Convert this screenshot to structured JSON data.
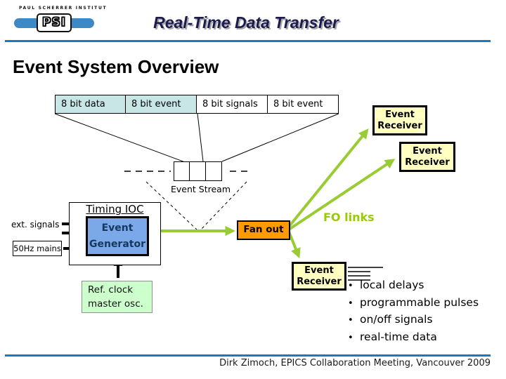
{
  "logo": {
    "institute": "PAUL SCHERRER INSTITUT",
    "acronym": "PSI"
  },
  "header": {
    "title": "Real-Time Data Transfer"
  },
  "slide_title": "Event System Overview",
  "frame": {
    "cells": [
      {
        "label": "8 bit data",
        "highlighted": true
      },
      {
        "label": "8 bit event",
        "highlighted": true
      },
      {
        "label": "8 bit signals",
        "highlighted": false
      },
      {
        "label": "8 bit event",
        "highlighted": false
      }
    ]
  },
  "event_stream": {
    "label": "Event Stream"
  },
  "timing_ioc": {
    "label": "Timing IOC",
    "event_generator": {
      "line1": "Event",
      "line2": "Generator"
    }
  },
  "inputs": {
    "ext_signals": "ext. signals",
    "mains": "50Hz mains"
  },
  "ref_clock": {
    "line1": "Ref. clock",
    "line2": "master osc."
  },
  "fan_out": {
    "label": "Fan out"
  },
  "fo_links": {
    "label": "FO links"
  },
  "event_receivers": [
    {
      "line1": "Event",
      "line2": "Receiver"
    },
    {
      "line1": "Event",
      "line2": "Receiver"
    },
    {
      "line1": "Event",
      "line2": "Receiver"
    }
  ],
  "receiver_features": [
    "local delays",
    "programmable pulses",
    "on/off signals",
    "real-time data"
  ],
  "footer": {
    "credit": "Dirk Zimoch, EPICS Collaboration Meeting, Vancouver 2009"
  },
  "colors": {
    "rule_blue": "#1d78c4",
    "logo_blue": "#3e88c6",
    "header_title_navy": "#1b1b4f",
    "frame_highlight_cyan": "#c8e6e6",
    "event_generator_blue": "#7aa8e8",
    "event_generator_text": "#17375e",
    "receiver_yellow": "#ffffc2",
    "fan_out_orange": "#ff9a00",
    "ref_clock_green": "#ccffcc",
    "fo_link_green": "#99cc33",
    "fo_links_label_green": "#99cc00"
  }
}
